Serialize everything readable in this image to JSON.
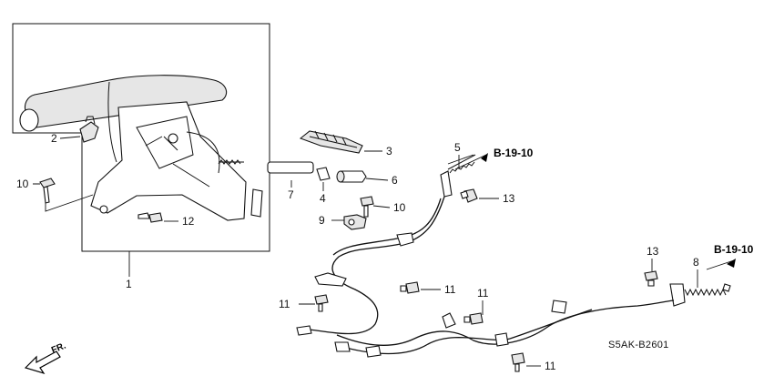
{
  "callouts": {
    "c1": "1",
    "c2": "2",
    "c3": "3",
    "c4": "4",
    "c5": "5",
    "c6": "6",
    "c7": "7",
    "c8": "8",
    "c9": "9",
    "c10a": "10",
    "c10b": "10",
    "c11a": "11",
    "c11b": "11",
    "c11c": "11",
    "c11d": "11",
    "c12": "12",
    "c13a": "13",
    "c13b": "13"
  },
  "references": {
    "ref_a": "B-19-10",
    "ref_b": "B-19-10"
  },
  "diagram_code": "S5AK-B2601",
  "direction_label": "FR."
}
